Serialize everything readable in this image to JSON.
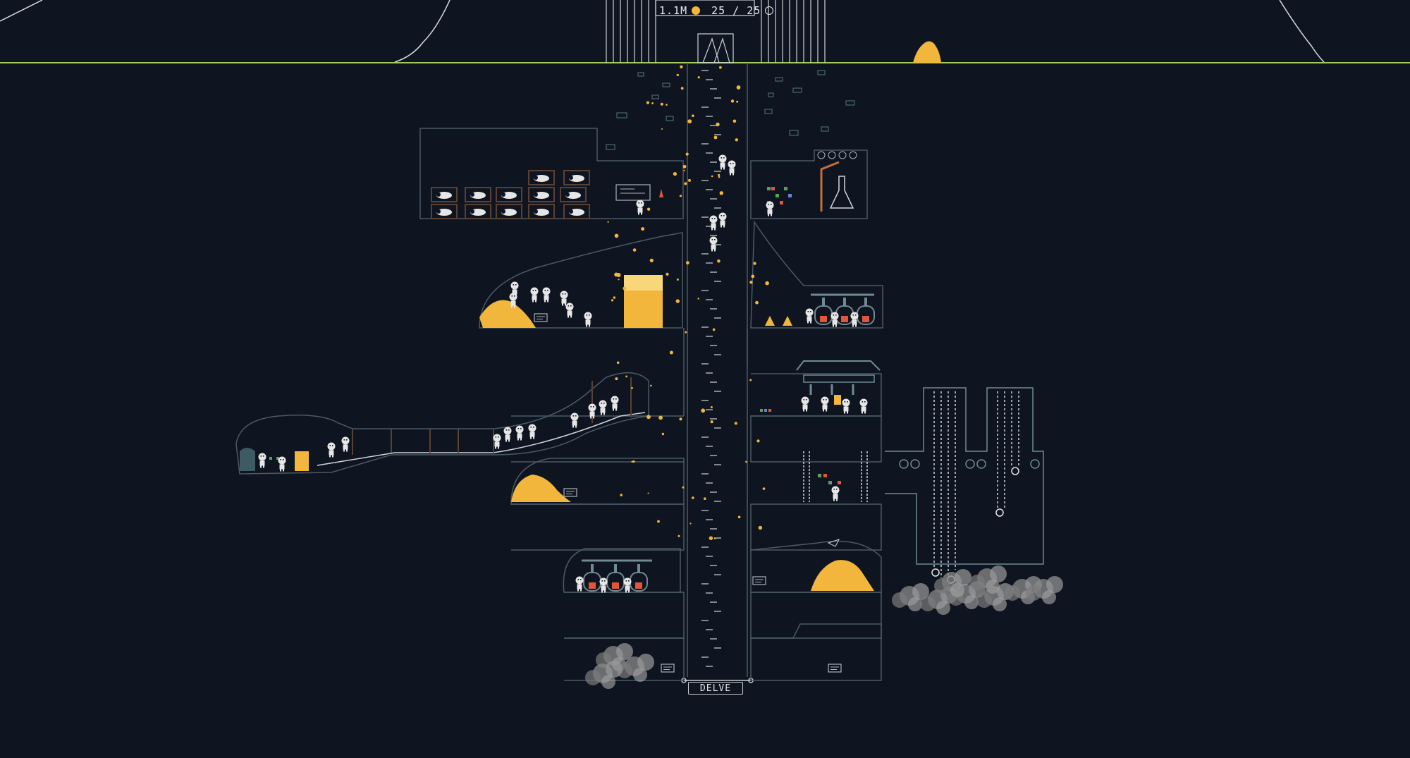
{
  "hud": {
    "gold_amount": "1.1M",
    "gold_icon": "gold-coin-icon",
    "miners_label": "25 / 25",
    "miners_current": 25,
    "miners_max": 25,
    "miners_icon": "miner-skull-icon"
  },
  "actions": {
    "delve_label": "DELVE"
  },
  "colors": {
    "background": "#0f1520",
    "ground_line": "#9fc95a",
    "cave_outline": "#4a5a66",
    "gold": "#f2b63c",
    "gold_light": "#f7d77a",
    "miner": "#e6e6e6",
    "fire": "#e2553a",
    "smoke": "#8a8a8a",
    "wood": "#5a4032"
  },
  "rooms": [
    {
      "id": "sleeping-quarters",
      "type": "beds",
      "side": "left",
      "level": 1
    },
    {
      "id": "office",
      "type": "desk",
      "side": "left",
      "level": 1
    },
    {
      "id": "laboratory",
      "type": "lab",
      "side": "right",
      "level": 1
    },
    {
      "id": "gold-storage",
      "type": "gold-pile",
      "side": "left",
      "level": 2
    },
    {
      "id": "furnace-room-upper",
      "type": "furnaces",
      "side": "right",
      "level": 2
    },
    {
      "id": "mine-tunnel",
      "type": "minecart-rail",
      "side": "left",
      "level": 3
    },
    {
      "id": "workshop",
      "type": "machines",
      "side": "right",
      "level": 3
    },
    {
      "id": "elevator-shafts",
      "type": "chains",
      "side": "right",
      "level": 3
    },
    {
      "id": "gold-pile-lower",
      "type": "gold-pile",
      "side": "left",
      "level": 4
    },
    {
      "id": "lab-lower",
      "type": "lab",
      "side": "right",
      "level": 4
    },
    {
      "id": "furnace-room-lower",
      "type": "furnaces",
      "side": "left",
      "level": 5
    },
    {
      "id": "gold-pile-right",
      "type": "gold-pile",
      "side": "right",
      "level": 5
    },
    {
      "id": "empty-chamber-left",
      "type": "empty",
      "side": "left",
      "level": 6
    },
    {
      "id": "empty-chamber-right",
      "type": "empty",
      "side": "right",
      "level": 6
    }
  ]
}
